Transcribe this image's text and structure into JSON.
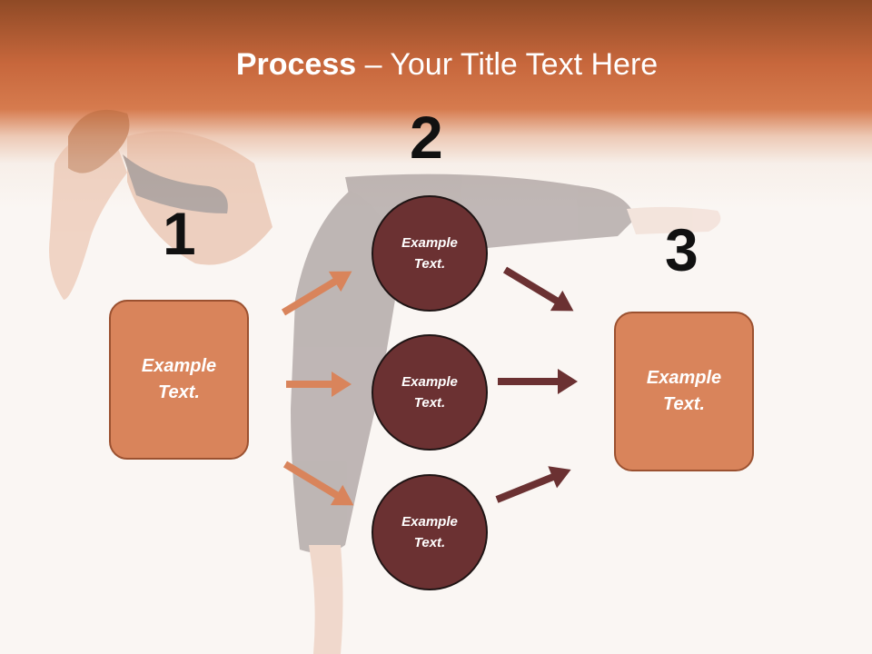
{
  "title": {
    "bold": "Process",
    "rest": " – Your Title Text Here"
  },
  "steps": {
    "one": "1",
    "two": "2",
    "three": "3"
  },
  "left_box": {
    "text": "Example Text."
  },
  "right_box": {
    "text": "Example Text."
  },
  "circles": [
    {
      "text": "Example Text."
    },
    {
      "text": "Example Text."
    },
    {
      "text": "Example Text."
    }
  ],
  "colors": {
    "header": "#c7673c",
    "box_fill": "#d9845b",
    "circle_fill": "#6b3132",
    "left_arrow": "#d9845b",
    "right_arrow": "#6b3132"
  }
}
